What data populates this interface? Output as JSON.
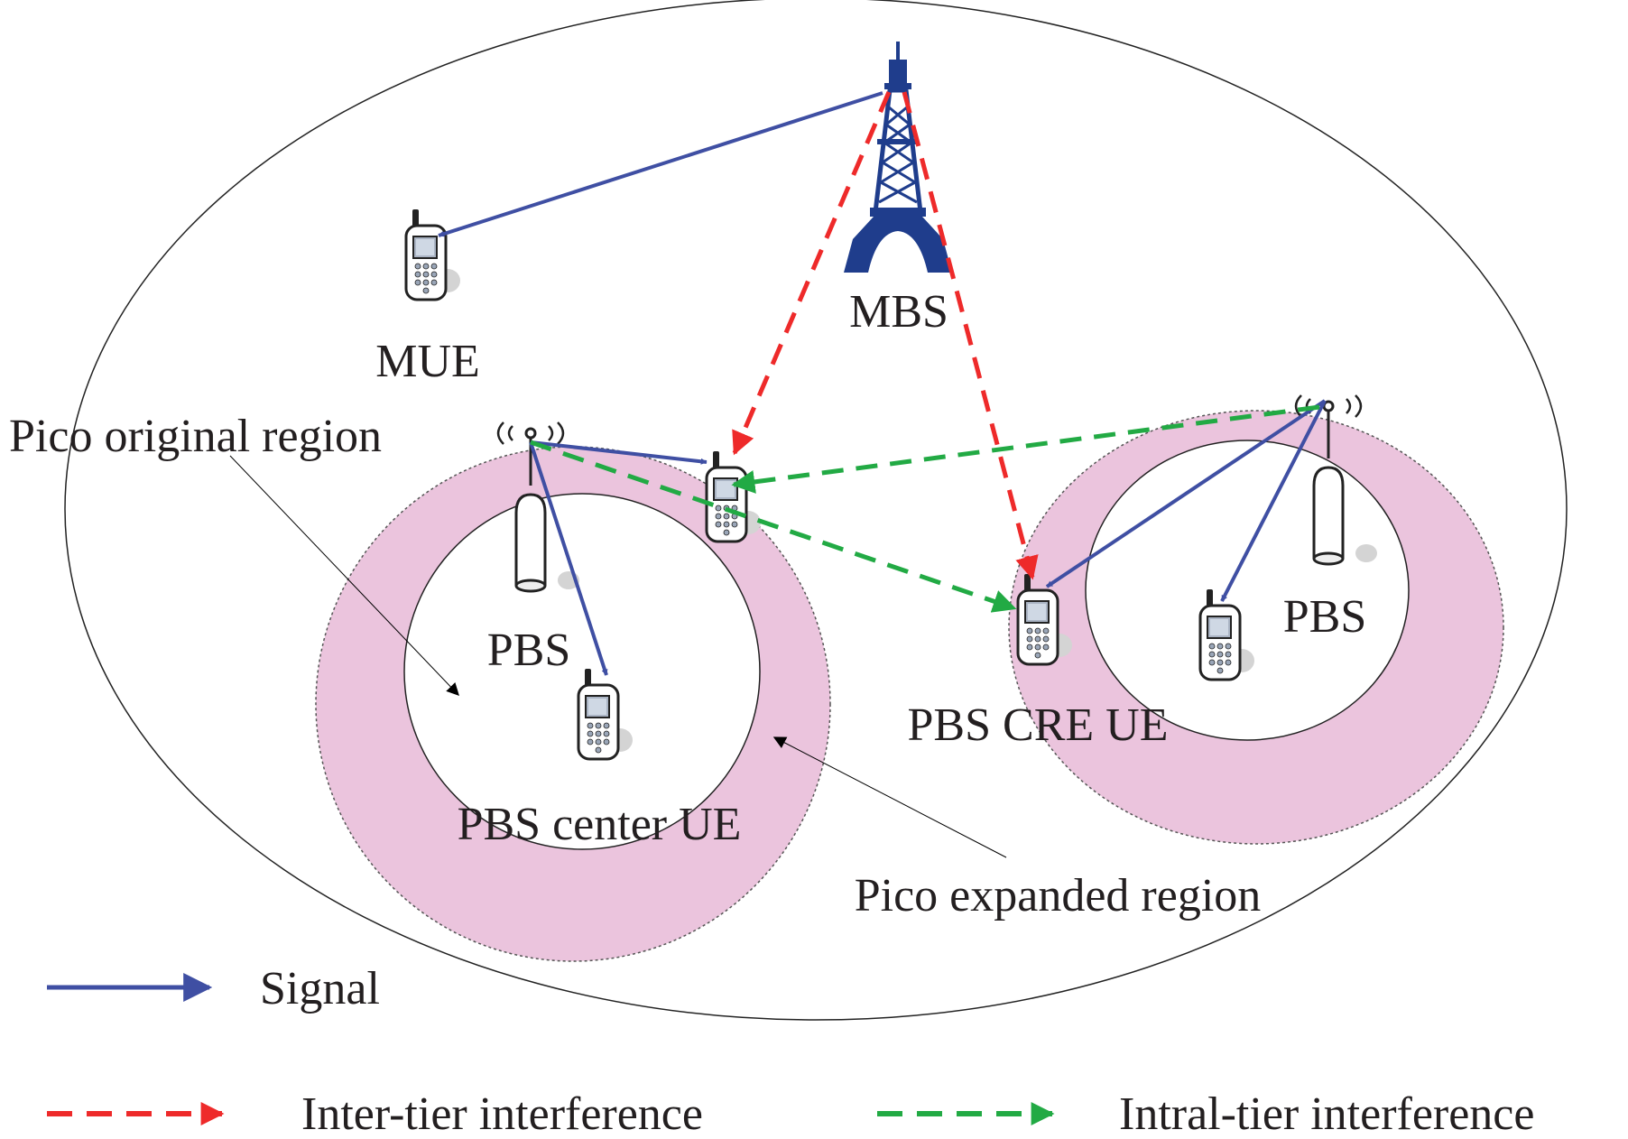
{
  "labels": {
    "mbs": "MBS",
    "mue": "MUE",
    "pico_original_region": "Pico original region",
    "pbs_left": "PBS",
    "pbs_right": "PBS",
    "pbs_center_ue": "PBS center UE",
    "pbs_cre_ue": "PBS CRE UE",
    "pico_expanded_region": "Pico expanded region"
  },
  "legend": {
    "signal": "Signal",
    "inter_tier": "Inter-tier interference",
    "intra_tier": "Intral-tier interference"
  },
  "colors": {
    "signal": "#3f4fa3",
    "inter_tier": "#ee2a2a",
    "intra_tier": "#22aa44",
    "expanded_region_fill": "#ebc4dd",
    "tower": "#1f3d8c"
  }
}
